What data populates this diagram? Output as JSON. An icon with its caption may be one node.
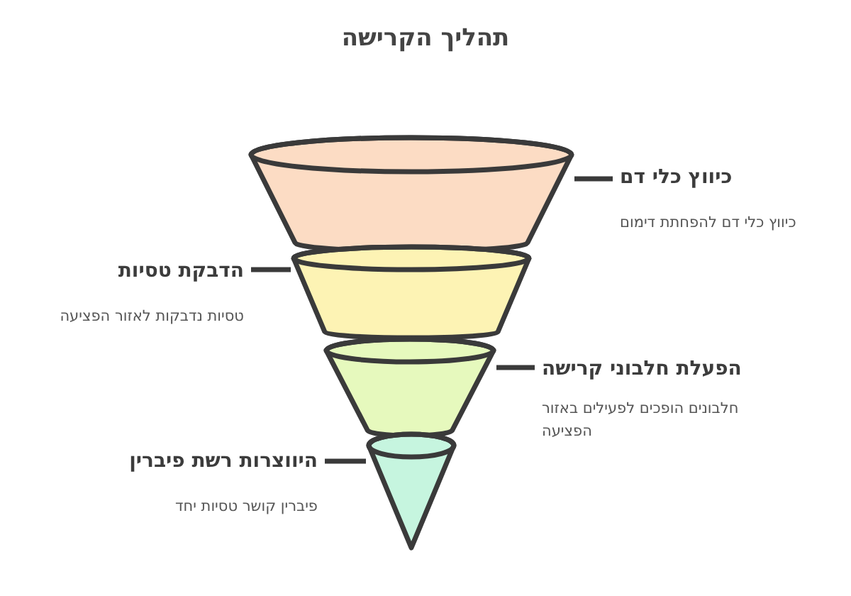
{
  "diagram": {
    "title": "תהליך הקרישה",
    "nodes": [
      {
        "text": [],
        "shape": "band"
      },
      {
        "text": [
          "כיווץ כלי דם",
          "כיווץ כלי דם להפחתת דימום"
        ]
      },
      {
        "text": [],
        "shape": "band"
      },
      {
        "text": [
          "הדבקת טסיות",
          "טסיות נדבקות לאזור הפציעה"
        ]
      },
      {
        "text": [],
        "shape": "band"
      },
      {
        "text": [
          "הפעלת חלבוני קרישה",
          "חלבונים הופכים לפעילים באזור הפציעה"
        ]
      },
      {
        "text": [],
        "shape": "band"
      },
      {
        "text": [
          "היווצרות רשת פיברין",
          "פיברין קושר טסיות יחד"
        ]
      }
    ],
    "edges": [
      {
        "from": 1,
        "to": 0,
        "arrow": "none"
      },
      {
        "from": 3,
        "to": 2,
        "arrow": "none"
      },
      {
        "from": 5,
        "to": 4,
        "arrow": "none"
      },
      {
        "from": 7,
        "to": 6,
        "arrow": "none"
      }
    ]
  }
}
